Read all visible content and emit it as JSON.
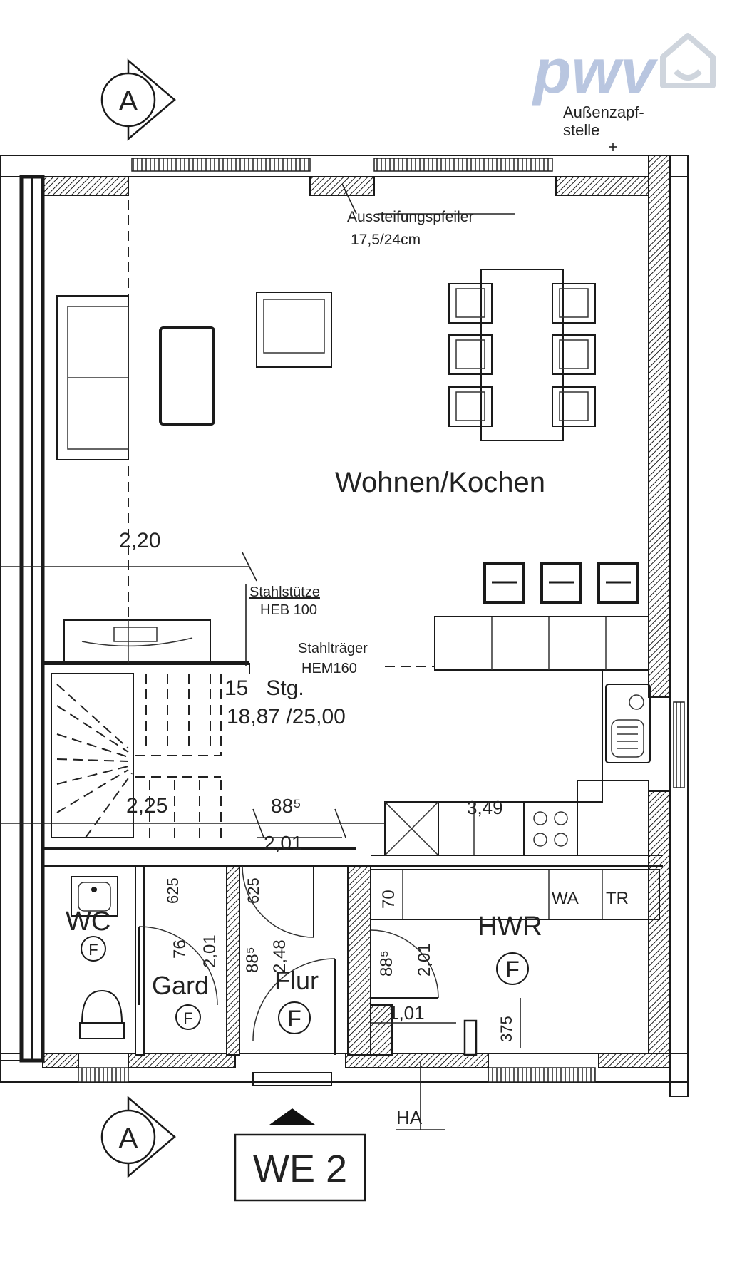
{
  "logo": {
    "text": "pwv",
    "color": "#b9c6e0",
    "icon": "house-smiley-icon"
  },
  "section_marker": {
    "letter": "A"
  },
  "labels": {
    "outdoor_tap": [
      "Außenzapf-",
      "stelle"
    ],
    "bracing_pillar": [
      "Aussteifungspfeiler",
      "17,5/24cm"
    ],
    "living_kitchen": "Wohnen/Kochen",
    "steel_column": [
      "Stahlstütze",
      "HEB 100"
    ],
    "steel_beam": [
      "Stahlträger",
      "HEM160"
    ],
    "stairs": [
      "15   Stg.",
      "18,87 /25,00"
    ],
    "wc": "WC",
    "wardrobe": "Gard",
    "hallway": "Flur",
    "utility_room": "HWR",
    "washer": "WA",
    "dryer": "TR",
    "floor_drain": "F",
    "house_connection": "HA",
    "unit": "WE 2"
  },
  "dimensions": {
    "d220": "2,20",
    "d225": "2,25",
    "d885_top": "88⁵",
    "d201_top": "2,01",
    "d349": "3,49",
    "d625_a": "625",
    "d625_b": "625",
    "d70": "70",
    "d76": "76",
    "d201_gard": "2,01",
    "d885_flur": "88⁵",
    "d248": "2,48",
    "d885_hwr": "88⁵",
    "d201_hwr": "2,01",
    "d101": "1,01",
    "d375": "375"
  }
}
